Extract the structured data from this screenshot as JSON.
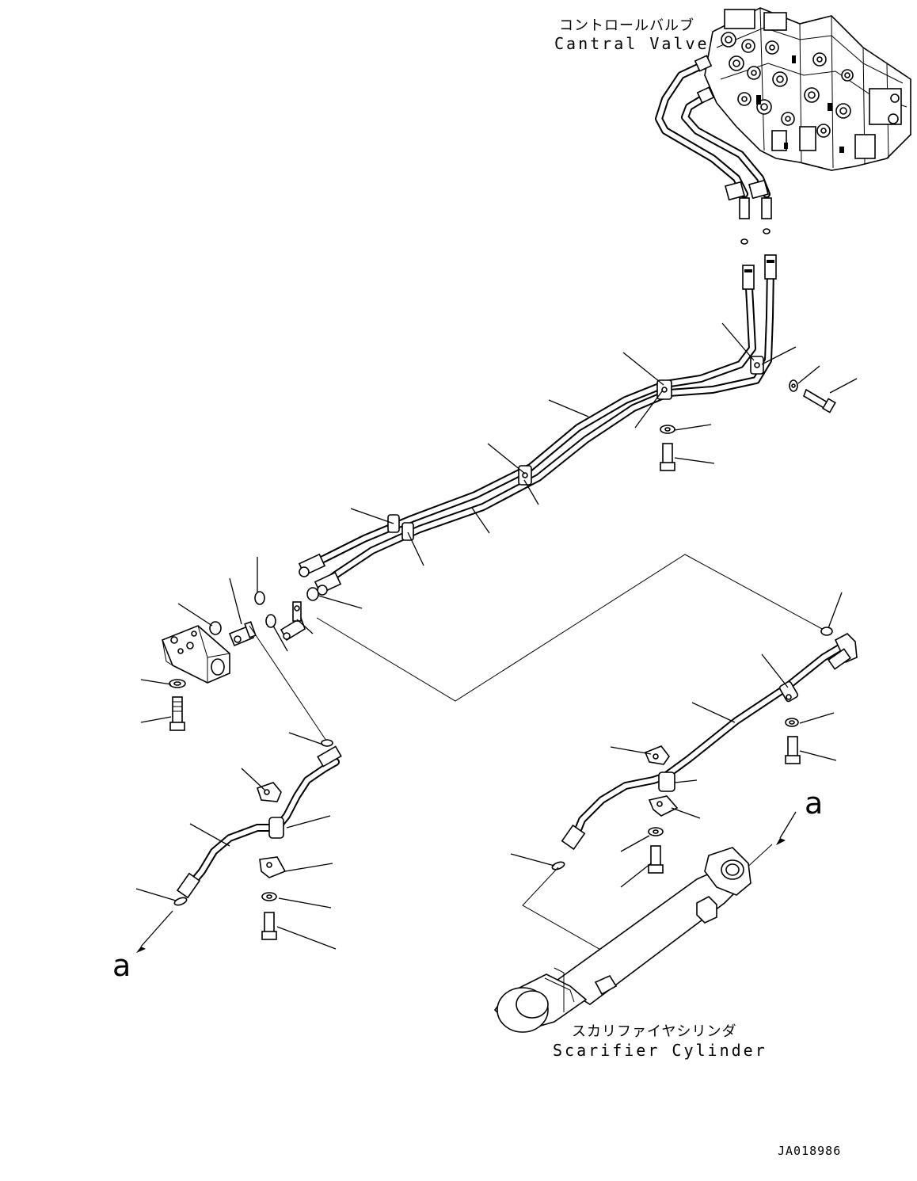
{
  "labels": {
    "control_valve_jp": "コントロールバルブ",
    "control_valve_en": "Cantral Valve",
    "scarifier_jp": "スカリファイヤシリンダ",
    "scarifier_en": "Scarifier Cylinder",
    "connection_a_left": "a",
    "connection_a_right": "a",
    "drawing_id": "JA018986"
  }
}
